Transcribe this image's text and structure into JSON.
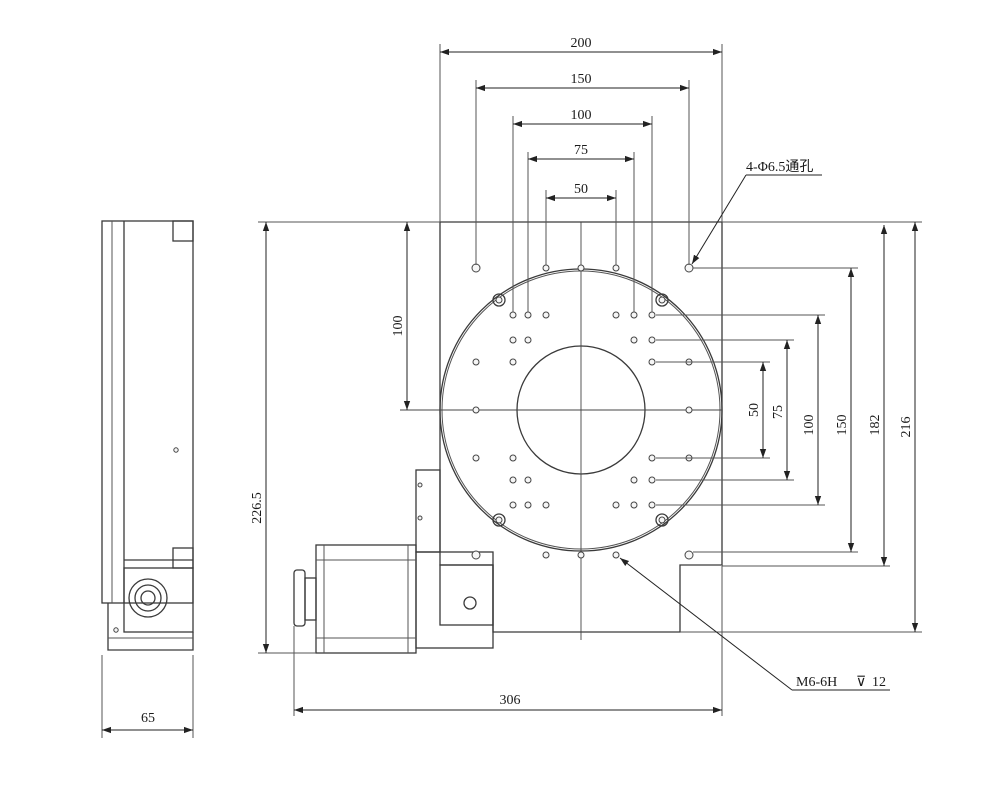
{
  "drawing": {
    "colors": {
      "line": "#3a3a3a",
      "dimension": "#222222",
      "background": "#ffffff"
    },
    "top_dimensions": [
      "200",
      "150",
      "100",
      "75",
      "50"
    ],
    "left_dimensions": [
      "100",
      "226.5"
    ],
    "right_dimensions": [
      "50",
      "75",
      "100",
      "150",
      "182",
      "216"
    ],
    "bottom_dimensions": [
      "306",
      "65"
    ],
    "callouts": {
      "through_hole": "4-Φ6.5通孔",
      "thread": "M6-6H",
      "depth_symbol": "⊽",
      "thread_depth": "12"
    }
  }
}
